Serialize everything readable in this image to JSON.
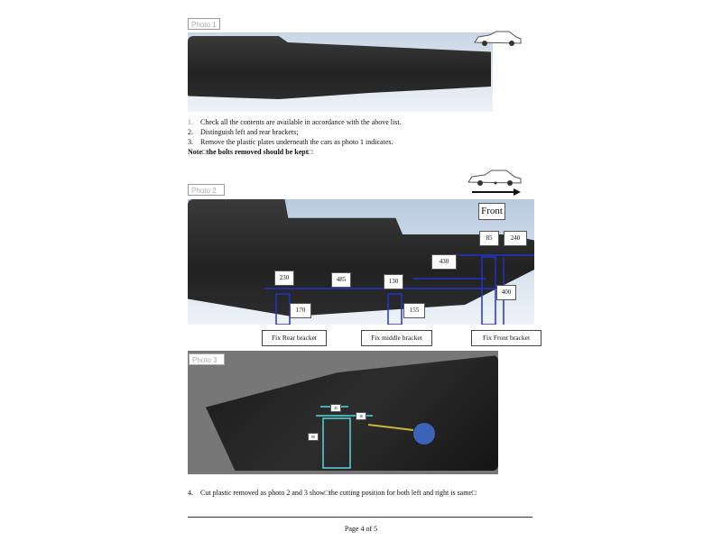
{
  "photo1": {
    "label": "Photo 1"
  },
  "steps": [
    {
      "num": "1.",
      "text": "Check all the contents are available in accordance with the above list."
    },
    {
      "num": "2.",
      "text": "Distinguish left and rear brackets;"
    },
    {
      "num": "3.",
      "text": "Remove the plastic plates underneath the cars as photo 1 indicates."
    }
  ],
  "note": "Note□the bolts removed should be kept□",
  "photo2": {
    "label": "Photo 2",
    "front": "Front",
    "dims": {
      "d230": "230",
      "d485": "485",
      "d130": "130",
      "d430": "430",
      "d85": "85",
      "d240": "240",
      "d400": "400",
      "d170": "170",
      "d155": "155"
    },
    "brackets": {
      "rear": "Fix Rear bracket",
      "middle": "Fix middle bracket",
      "front": "Fix Front bracket"
    }
  },
  "photo3": {
    "label": "Photo 3",
    "dims": {
      "top": "45",
      "right": "30",
      "left": "80"
    }
  },
  "step4": {
    "num": "4.",
    "text": "Cut plastic removed as photo 2 and 3 show□the cutting position for both left and right is same□"
  },
  "footer": {
    "page": "Page 4 of 5"
  }
}
